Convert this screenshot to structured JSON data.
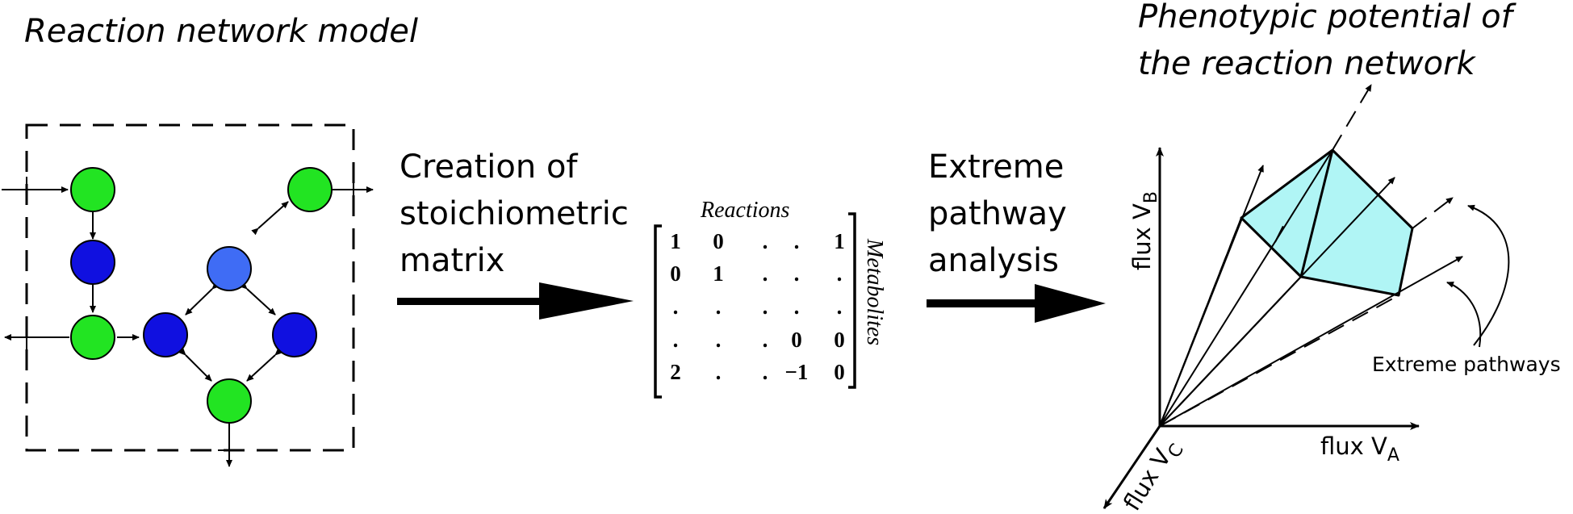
{
  "diagram": {
    "network_title": "Reaction network model",
    "phenotype_title_line1": "Phenotypic potential of",
    "phenotype_title_line2": "the reaction network",
    "step1_line1": "Creation of",
    "step1_line2": "stoichiometric",
    "step1_line3": "matrix",
    "step2_line1": "Extreme",
    "step2_line2": "pathway",
    "step2_line3": "analysis",
    "matrix_label_columns": "Reactions",
    "matrix_label_rows": "Metabolites",
    "matrix_rows": [
      [
        "1",
        "0",
        ".",
        ".",
        "1"
      ],
      [
        "0",
        "1",
        ".",
        ".",
        "."
      ],
      [
        ".",
        ".",
        ".",
        ".",
        "."
      ],
      [
        ".",
        ".",
        ".",
        "0",
        "0"
      ],
      [
        "2",
        ".",
        ".",
        "−1",
        "0"
      ]
    ],
    "axis_b_prefix": "flux V",
    "axis_b_sub": "B",
    "axis_a_prefix": "flux V",
    "axis_a_sub": "A",
    "axis_c_prefix": "flux V",
    "axis_c_sub": "C",
    "extreme_pathways_label": "Extreme pathways"
  },
  "colors": {
    "metabolite_green": "#22e422",
    "metabolite_blue": "#1010e0",
    "metabolite_lightblue": "#3f6cf5",
    "cone_fill": "#b0f5f5",
    "ink": "#000000"
  }
}
